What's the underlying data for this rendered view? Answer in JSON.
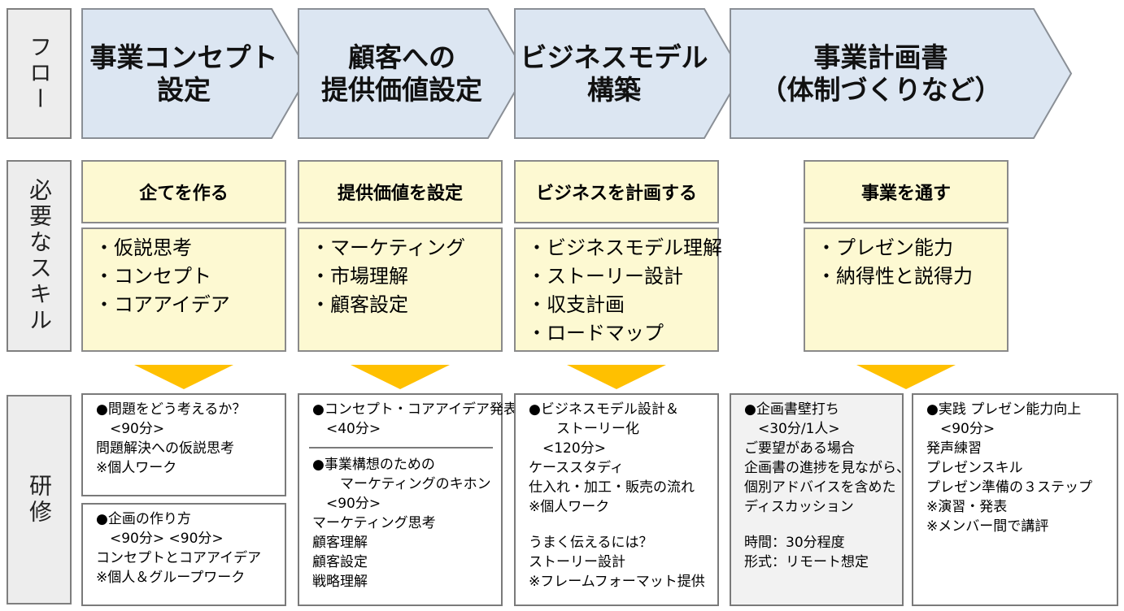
{
  "rows": {
    "flow": "フロー",
    "skills": "必要なスキル",
    "training": "研修"
  },
  "flow": [
    {
      "label": "事業コンセプト\n設定"
    },
    {
      "label": "顧客への\n提供価値設定"
    },
    {
      "label": "ビジネスモデル\n構築"
    },
    {
      "label": "事業計画書\n（体制づくりなど）"
    }
  ],
  "skills": [
    {
      "heading": "企てを作る",
      "items": [
        "・仮説思考",
        "・コンセプト",
        "・コアアイデア"
      ]
    },
    {
      "heading": "提供価値を設定",
      "items": [
        "・マーケティング",
        "・市場理解",
        "・顧客設定"
      ]
    },
    {
      "heading": "ビジネスを計画する",
      "items": [
        "・ビジネスモデル理解",
        "・ストーリー設計",
        "・収支計画",
        "・ロードマップ"
      ]
    },
    {
      "heading": "事業を通す",
      "items": [
        "・プレゼン能力",
        "・納得性と説得力"
      ]
    }
  ],
  "training": {
    "col1": [
      [
        "●問題をどう考えるか？",
        "　<90分>",
        "問題解決への仮説思考",
        "※個人ワーク"
      ],
      [
        "●企画の作り方",
        "　<90分> <90分>",
        "コンセプトとコアアイデア",
        "※個人＆グループワーク"
      ]
    ],
    "col2_top": [
      "●コンセプト・コアアイデア発表",
      "　<40分>"
    ],
    "col2_bottom": [
      "●事業構想のための",
      "　　マーケティングのキホン",
      "　<90分>",
      "マーケティング思考",
      "顧客理解",
      "顧客設定",
      "戦略理解"
    ],
    "col3": [
      "●ビジネスモデル設計＆",
      "　　ストーリー化",
      "　<120分>",
      "ケーススタディ",
      "仕入れ・加工・販売の流れ",
      "※個人ワーク",
      "",
      "うまく伝えるには？",
      "ストーリー設計",
      "※フレームフォーマット提供"
    ],
    "col4": [
      "●企画書壁打ち",
      "　<30分/1人>",
      "ご要望がある場合",
      "企画書の進捗を見ながら、",
      "個別アドバイスを含めた",
      "ディスカッション",
      "",
      "時間：30分程度",
      "形式：リモート想定"
    ],
    "col5": [
      "●実践 プレゼン能力向上",
      "　<90分>",
      "発声練習",
      "プレゼンスキル",
      "プレゼン準備の３ステップ",
      "※演習・発表",
      "※メンバー間で講評"
    ]
  },
  "colors": {
    "arrow_fill": "#dce6f2",
    "arrow_stroke": "#8a8f96",
    "skill_fill": "#fdf9d2",
    "triangle": "#ffc000",
    "row_label_fill": "#ededed",
    "consult_fill": "#f2f2f2"
  }
}
